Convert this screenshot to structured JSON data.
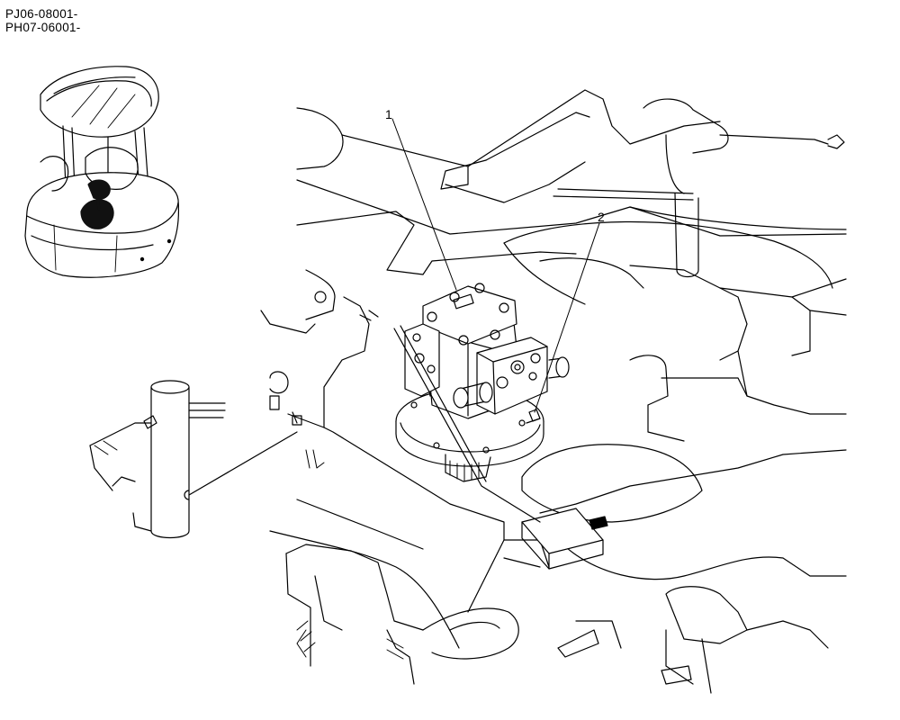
{
  "serial_numbers": [
    "PJ06-08001-",
    "PH07-06001-"
  ],
  "callouts": [
    {
      "id": "1",
      "label": "1"
    },
    {
      "id": "2",
      "label": "2"
    }
  ],
  "colors": {
    "line": "#000000",
    "background": "#ffffff",
    "shadow": "#111111"
  }
}
